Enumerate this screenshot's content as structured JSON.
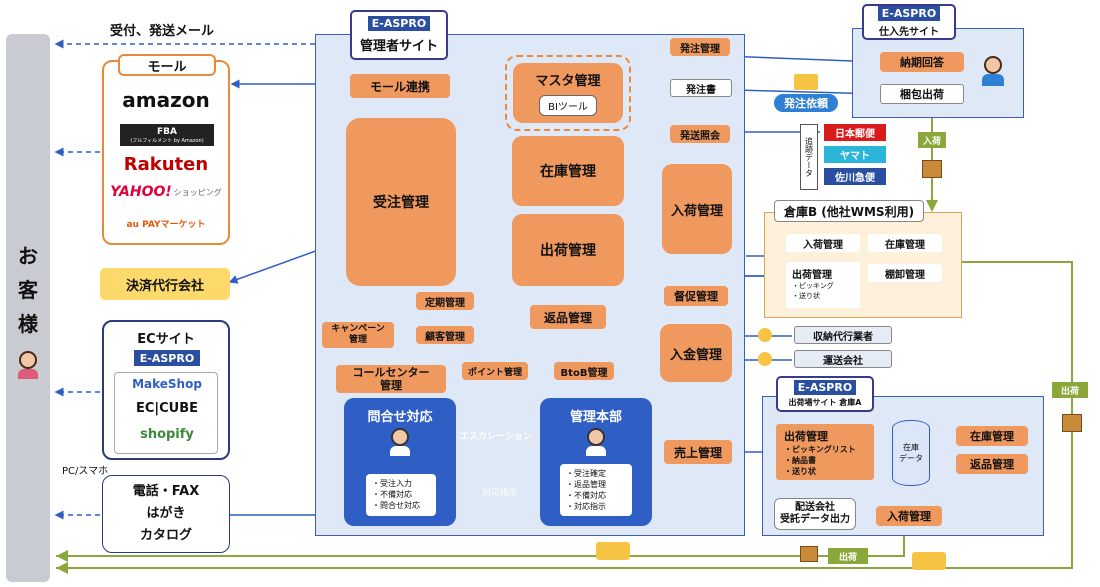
{
  "customer": {
    "label": "お\n客\n様",
    "device": "PC/スマホ",
    "email": "受付、発送メール"
  },
  "mall": {
    "title": "モール",
    "amazon": "amazon",
    "fba": "FBA",
    "fba_sub": "(フルフィルメント by Amazon)",
    "rakuten": "Rakuten",
    "yahoo": "YAHOO!",
    "yahoo_sub": "ショッピング",
    "aupay": "au PAYマーケット"
  },
  "payment_agent": "決済代行会社",
  "ec": {
    "title": "ECサイト",
    "logo": "E-ASPRO",
    "makeshop": "MakeShop",
    "eccube": "EC|CUBE",
    "shopify": "shopify"
  },
  "phone": {
    "line1": "電話・FAX",
    "line2": "はがき",
    "line3": "カタログ"
  },
  "admin": {
    "logo": "E-ASPRO",
    "title": "管理者サイト",
    "mall_link": "モール連携",
    "master": "マスタ管理",
    "bi": "BIツール",
    "order_mgmt": "受注管理",
    "stock_mgmt": "在庫管理",
    "ship_mgmt": "出荷管理",
    "return_mgmt": "返品管理",
    "arrival_mgmt": "入荷管理",
    "po_mgmt": "発注管理",
    "po_doc": "発注書",
    "po_inquiry": "発送照会",
    "reminder": "督促管理",
    "payment": "入金管理",
    "sales": "売上管理",
    "regular": "定期管理",
    "campaign": "キャンペーン管理",
    "customer_mgmt": "顧客管理",
    "callcenter": "コールセンター管理",
    "points": "ポイント管理",
    "btob": "BtoB管理",
    "inquiry_title": "問合せ対応",
    "inquiry_items": [
      "・受注入力",
      "・不備対応",
      "・問合せ対応"
    ],
    "hq_title": "管理本部",
    "hq_items": [
      "・受注確定",
      "・返品管理",
      "・不備対応",
      "・対応指示"
    ],
    "escalation": "エスカレーション",
    "instruction": "対応指示"
  },
  "supplier": {
    "logo": "E-ASPRO",
    "title": "仕入先サイト",
    "delivery_reply": "納期回答",
    "packing_ship": "梱包出荷"
  },
  "po_request": "発注依頼",
  "tracking": {
    "label": "追跡データ",
    "carriers": [
      "日本郵便",
      "ヤマト",
      "佐川急便"
    ]
  },
  "arrival_tag": "入荷",
  "warehouse_b": {
    "title": "倉庫B (他社WMS利用)",
    "arrival": "入荷管理",
    "stock": "在庫管理",
    "ship": "出荷管理",
    "ship_items": [
      "・ピッキング",
      "・送り状"
    ],
    "inventory": "棚卸管理"
  },
  "collector": "収納代行業者",
  "carrier_co": "運送会社",
  "warehouse_a": {
    "logo": "E-ASPRO",
    "title": "出荷場サイト 倉庫A",
    "ship": "出荷管理",
    "ship_items": [
      "・ピッキングリスト",
      "・納品書",
      "・送り状"
    ],
    "db": "在庫\nデータ",
    "stock": "在庫管理",
    "return": "返品管理",
    "carrier_data": "配送会社\n受託データ出力",
    "arrival": "入荷管理"
  },
  "ship_tag": "出荷",
  "ship_tag2": "出荷"
}
